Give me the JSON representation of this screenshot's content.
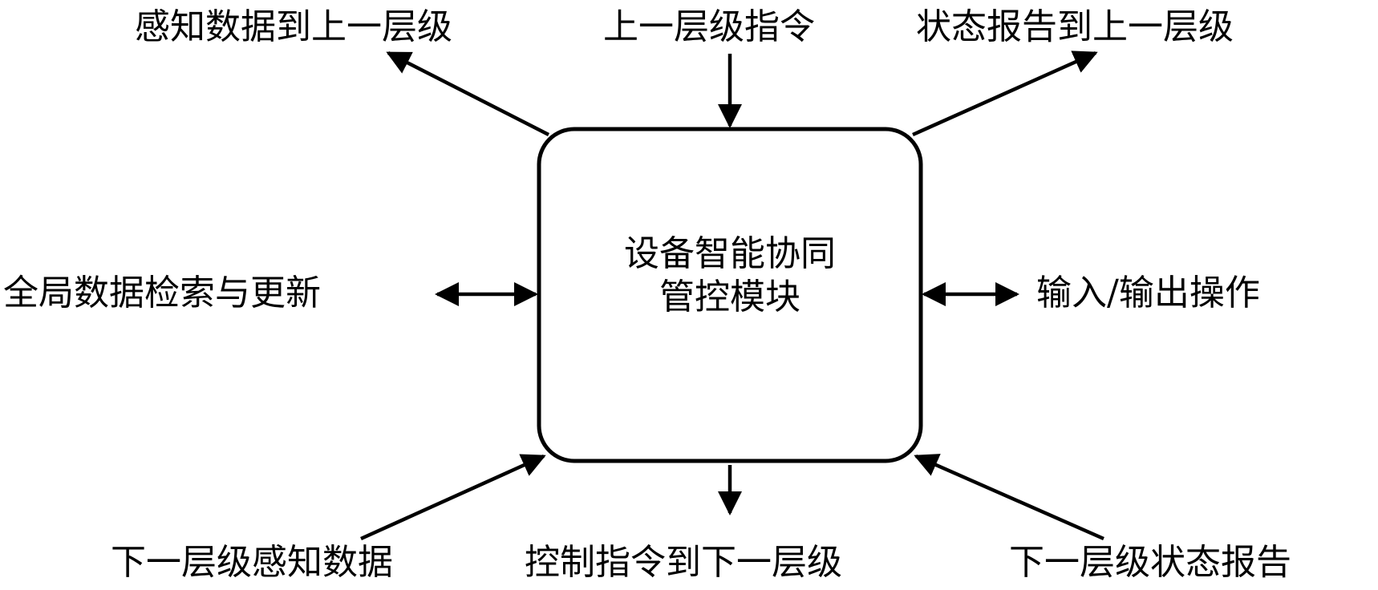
{
  "center_module": {
    "line1": "设备智能协同",
    "line2": "管控模块"
  },
  "labels": {
    "top_left": "感知数据到上一层级",
    "top_center": "上一层级指令",
    "top_right": "状态报告到上一层级",
    "middle_left": "全局数据检索与更新",
    "middle_right": "输入/输出操作",
    "bottom_left": "下一层级感知数据",
    "bottom_center": "控制指令到下一层级",
    "bottom_right": "下一层级状态报告"
  },
  "colors": {
    "stroke": "#000000",
    "text": "#000000",
    "background": "#ffffff"
  }
}
